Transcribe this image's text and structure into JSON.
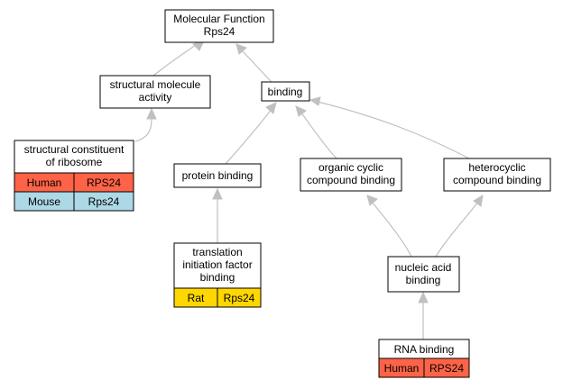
{
  "colors": {
    "human": "#FF6347",
    "mouse": "#ADD8E6",
    "rat": "#FFD700",
    "edge": "#C0C0C0"
  },
  "nodes": {
    "root": {
      "lines": [
        "Molecular Function",
        "Rps24"
      ]
    },
    "structural_activity": {
      "lines": [
        "structural molecule",
        "activity"
      ]
    },
    "binding": {
      "lines": [
        "binding"
      ]
    },
    "structural_constituent": {
      "lines": [
        "structural constituent",
        "of ribosome"
      ],
      "species": [
        {
          "organism": "Human",
          "gene": "RPS24",
          "color": "human"
        },
        {
          "organism": "Mouse",
          "gene": "Rps24",
          "color": "mouse"
        }
      ]
    },
    "protein_binding": {
      "lines": [
        "protein binding"
      ]
    },
    "organic_cyclic": {
      "lines": [
        "organic cyclic",
        "compound binding"
      ]
    },
    "heterocyclic": {
      "lines": [
        "heterocyclic",
        "compound binding"
      ]
    },
    "translation_factor": {
      "lines": [
        "translation",
        "initiation factor",
        "binding"
      ],
      "species": [
        {
          "organism": "Rat",
          "gene": "Rps24",
          "color": "rat"
        }
      ]
    },
    "nucleic_acid": {
      "lines": [
        "nucleic acid",
        "binding"
      ]
    },
    "rna_binding": {
      "lines": [
        "RNA binding"
      ],
      "species": [
        {
          "organism": "Human",
          "gene": "RPS24",
          "color": "human"
        }
      ]
    }
  }
}
